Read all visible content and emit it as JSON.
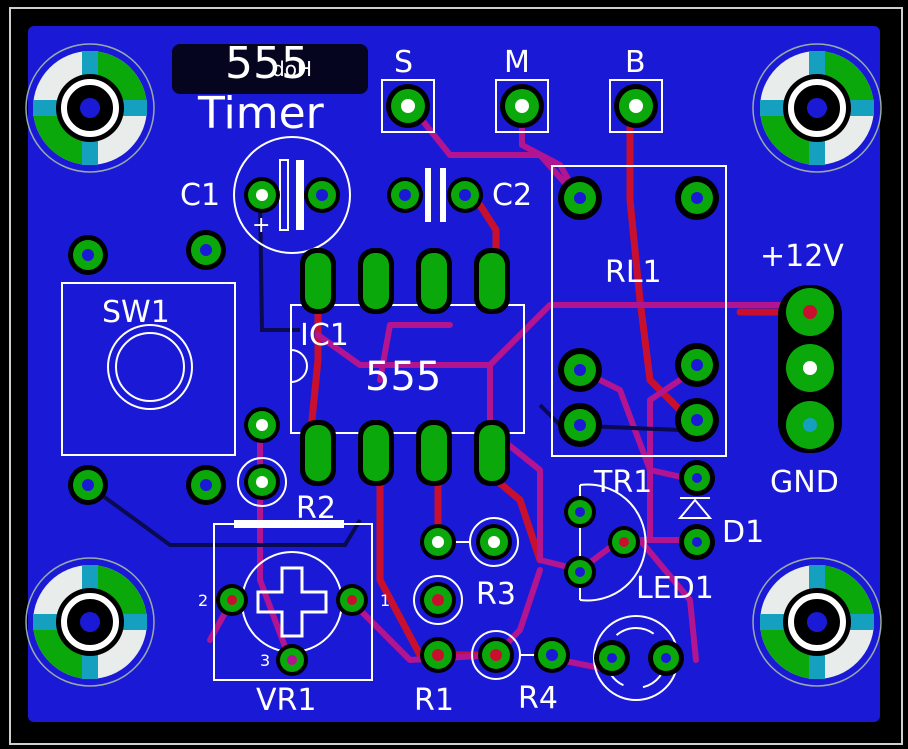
{
  "board": {
    "title_line1": "555",
    "title_line2": "Timer",
    "mirrored_text": "Hob",
    "colors": {
      "background": "#000000",
      "copper_pour": "#1a1ad6",
      "pad": "#0aa80a",
      "silkscreen": "#ffffff",
      "top_trace": "#b3148f",
      "bottom_trace": "#c8102e",
      "outline": "#d0d0d0"
    }
  },
  "connectors": [
    {
      "id": "S",
      "label": "S"
    },
    {
      "id": "M",
      "label": "M"
    },
    {
      "id": "B",
      "label": "B"
    }
  ],
  "labels": {
    "c1": "C1",
    "c2": "C2",
    "sw1": "SW1",
    "ic1": "IC1",
    "ic_body": "555",
    "rl1": "RL1",
    "plus12v": "+12V",
    "gnd": "GND",
    "r2": "R2",
    "tr1": "TR1",
    "d1": "D1",
    "r3": "R3",
    "led1": "LED1",
    "vr1": "VR1",
    "r1": "R1",
    "r4": "R4",
    "vr_pin1": "1",
    "vr_pin2": "2",
    "vr_pin3": "3",
    "c1_plus": "+"
  }
}
